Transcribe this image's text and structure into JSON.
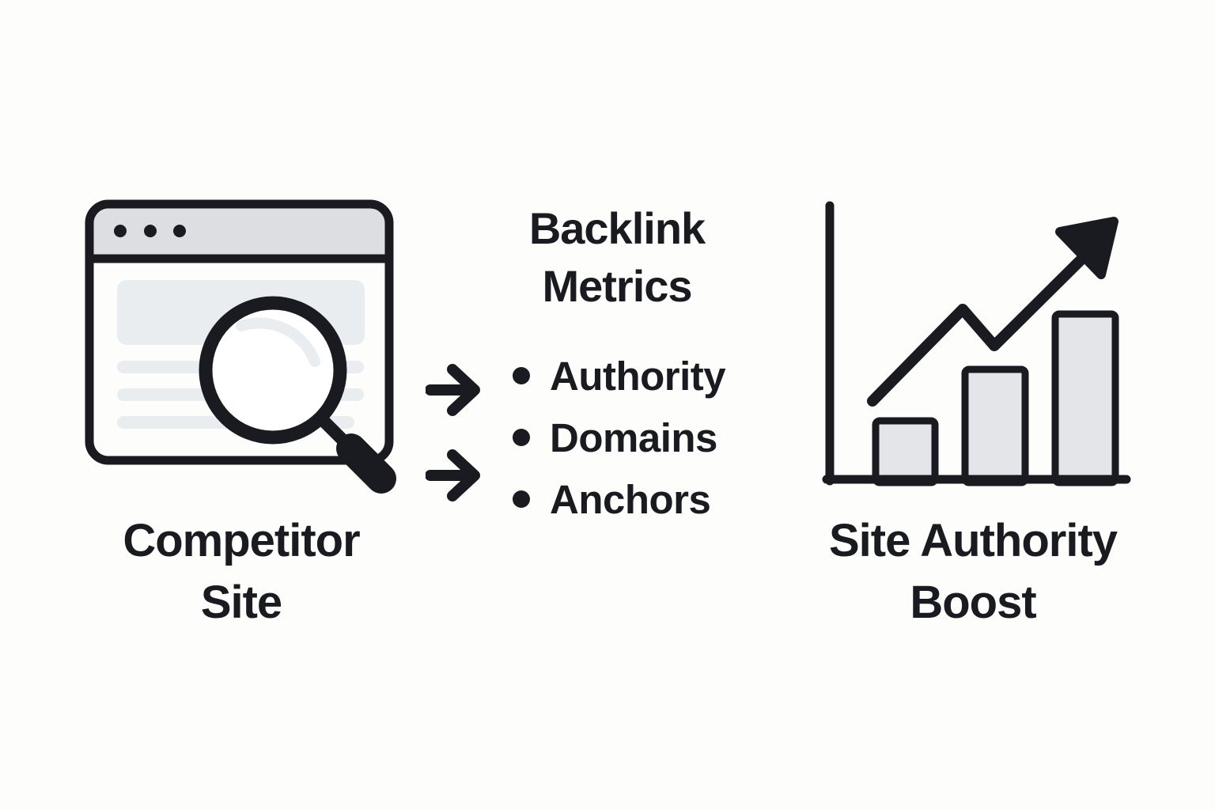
{
  "colors": {
    "background": "#fdfdfb",
    "ink": "#1a1b21",
    "window_titlebar": "#dcdee1",
    "window_content_gray": "#e9edf0",
    "bar_fill": "#e3e5e8"
  },
  "left_figure": {
    "icon": "browser-magnifier-icon",
    "label_line1": "Competitor",
    "label_line2": "Site"
  },
  "metrics": {
    "heading_line1": "Backlink",
    "heading_line2": "Metrics",
    "arrow_icon": "right-arrow-icon",
    "bullets": [
      "Authority",
      "Domains",
      "Anchors"
    ]
  },
  "right_figure": {
    "icon": "growth-bar-chart-icon",
    "label_line1": "Site Authority",
    "label_line2": "Boost"
  }
}
